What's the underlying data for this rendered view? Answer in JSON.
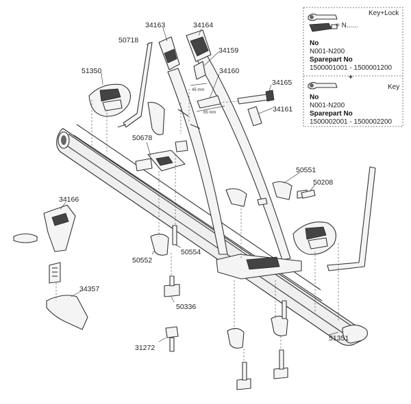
{
  "parts": {
    "p34163": "34163",
    "p34164": "34164",
    "p50718": "50718",
    "p34159": "34159",
    "p34160": "34160",
    "p51350": "51350",
    "p34165": "34165",
    "p34161": "34161",
    "p50678": "50678",
    "p50551": "50551",
    "p50208": "50208",
    "p34166": "34166",
    "p50552": "50552",
    "p50554": "50554",
    "p34357": "34357",
    "p50336": "50336",
    "p51351": "51351",
    "p31272": "31272"
  },
  "dimensions": {
    "d45": "45 mm",
    "d65": "65 mm"
  },
  "key_lock_panel": {
    "title": "Key+Lock",
    "equals": "= N......",
    "no_heading": "No",
    "no_range": "N001-N200",
    "spare_heading": "Sparepart No",
    "spare_range": "1500001001 - 1500001200",
    "plus": "+"
  },
  "key_panel": {
    "title": "Key",
    "no_heading": "No",
    "no_range": "N001-N200",
    "spare_heading": "Sparepart No",
    "spare_range": "1500002001 - 1500002200"
  }
}
